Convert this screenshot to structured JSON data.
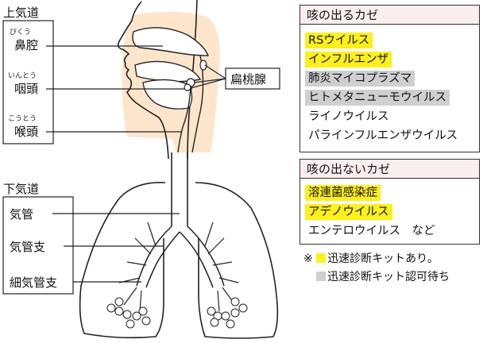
{
  "colors": {
    "yellow_highlight": "#ffef1a",
    "gray_highlight": "#cfcfcf",
    "header_bg": "#fbeeee",
    "airway_shade": "#fde5cc"
  },
  "upper_airway": {
    "title": "上気道",
    "items": [
      {
        "reading": "びくう",
        "name": "鼻腔"
      },
      {
        "reading": "いんとう",
        "name": "咽頭"
      },
      {
        "reading": "こうとう",
        "name": "喉頭"
      }
    ]
  },
  "tonsil_label": "扁桃腺",
  "lower_airway": {
    "title": "下気道",
    "items": [
      "気管",
      "気管支",
      "細気管支"
    ]
  },
  "cough_box": {
    "title": "咳の出るカゼ",
    "items": [
      {
        "text": "RSウイルス",
        "highlight": "yellow"
      },
      {
        "text": "インフルエンザ",
        "highlight": "yellow"
      },
      {
        "text": "肺炎マイコプラズマ",
        "highlight": "gray"
      },
      {
        "text": "ヒトメタニューモウイルス",
        "highlight": "gray"
      },
      {
        "text": "ライノウイルス",
        "highlight": "none"
      },
      {
        "text": "パラインフルエンザウイルス",
        "highlight": "none"
      }
    ]
  },
  "no_cough_box": {
    "title": "咳の出ないカゼ",
    "items": [
      {
        "text": "溶連菌感染症",
        "highlight": "yellow"
      },
      {
        "text": "アデノウイルス",
        "highlight": "yellow"
      },
      {
        "text": "エンテロウイルス　など",
        "highlight": "none"
      }
    ]
  },
  "legend": {
    "mark": "※",
    "yellow_text": "迅速診断キットあり。",
    "gray_text": "迅速診断キット認可待ち"
  }
}
